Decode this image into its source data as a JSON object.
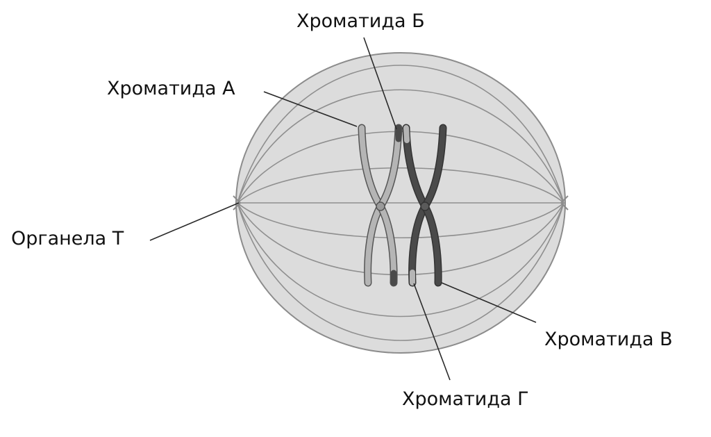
{
  "labels": {
    "chromatid_a": "Хроматида А",
    "chromatid_b": "Хроматида Б",
    "chromatid_v": "Хроматида В",
    "chromatid_g": "Хроматида Г",
    "organelle_t": "Органела Т"
  },
  "colors": {
    "cell_fill": "#dcdcdc",
    "cell_outline": "#8c8c8c",
    "spindle": "#8f8f8f",
    "chromatid_light": "#b5b5b5",
    "chromatid_dark": "#4a4a4a",
    "centromere": "#9a9a9a",
    "leader_line": "#2a2a2a",
    "text": "#111111"
  }
}
